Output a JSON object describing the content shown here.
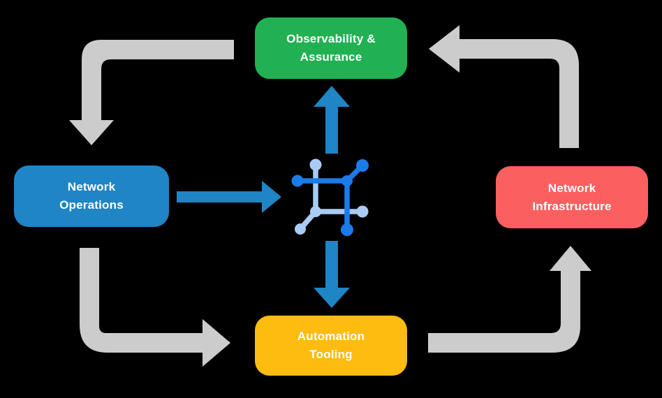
{
  "canvas": {
    "background_color": "#000000",
    "text_color": "#FFFFFF"
  },
  "nodes": {
    "observability": {
      "lines": [
        "Observability &",
        "Assurance"
      ],
      "color": "#21B153"
    },
    "operations": {
      "lines": [
        "Network",
        "Operations"
      ],
      "color": "#1F85C5"
    },
    "infrastructure": {
      "lines": [
        "Network",
        "Infrastructure"
      ],
      "color": "#FC5F5F"
    },
    "automation": {
      "lines": [
        "Automation",
        "Tooling"
      ],
      "color": "#FEBC11"
    }
  },
  "center_icon": {
    "name": "network-mesh-icon",
    "dark_blue": "#1B7BE9",
    "light_blue": "#A9CBF4"
  },
  "arrows": {
    "cycle_color": "#CCCCCC",
    "flow_color": "#1F85C5",
    "cycle": [
      {
        "from": "observability",
        "to": "operations"
      },
      {
        "from": "operations",
        "to": "automation"
      },
      {
        "from": "automation",
        "to": "infrastructure"
      },
      {
        "from": "infrastructure",
        "to": "observability"
      }
    ],
    "flows": [
      {
        "from": "operations",
        "to": "center-icon"
      },
      {
        "from": "center-icon",
        "to": "observability"
      },
      {
        "from": "center-icon",
        "to": "automation"
      }
    ]
  }
}
